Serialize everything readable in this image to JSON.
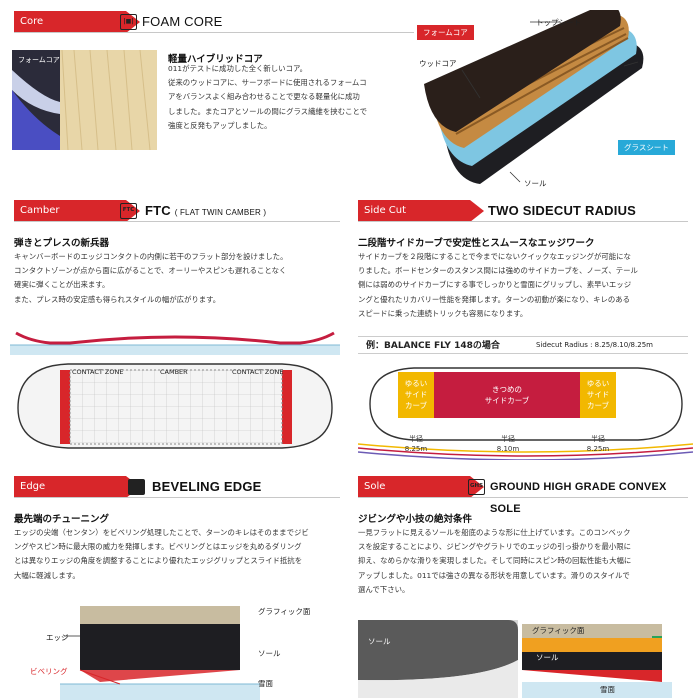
{
  "core": {
    "tag": "Core",
    "title": "FOAM CORE",
    "photo_label": "フォームコア",
    "heading": "軽量ハイブリッドコア",
    "body": "011がテストに成功した全く新しいコア。\n従来のウッドコアに、サーフボードに使用されるフォームコ\nアをバランスよく組み合わせることで更なる軽量化に成功\nしました。またコアとソールの間にグラス繊維を挟むことで\n強度と反発もアップしました。",
    "diagram_labels": {
      "foam": "フォームコア",
      "top_sheet": "トップシート",
      "wood": "ウッドコア",
      "glass": "グラスシート",
      "sole": "ソール"
    }
  },
  "camber": {
    "tag": "Camber",
    "logo": "FTC",
    "title": "FTC",
    "subtitle": "( FLAT TWIN CAMBER )",
    "heading": "弾きとプレスの新兵器",
    "body": "キャンバーボードのエッジコンタクトの内側に若干のフラット部分を設けました。\nコンタクトゾーンが点から面に広がることで、オーリーやスピンも遅れることなく\n確実に弾くことが出来ます。\nまた、プレス時の安定感も得られスタイルの幅が広がります。",
    "zones": [
      "CONTACT ZONE",
      "CAMBER",
      "CONTACT ZONE"
    ]
  },
  "sidecut": {
    "tag": "Side Cut",
    "title": "TWO SIDECUT RADIUS",
    "heading": "二段階サイドカーブで安定性とスムースなエッジワーク",
    "body": "サイドカーブを２段階にすることで今までにないクイックなエッジングが可能にな\nりました。ボードセンターのスタンス間には強めのサイドカーブを、ノーズ、テール\n側には弱めのサイドカーブにする事でしっかりと雪面にグリップし、素早いエッジ\nングと優れたリカバリー性能を発揮します。ターンの初動が楽になり、キレのある\nスピードに乗った連続トリックも容易になります。",
    "example_title": "例：BALANCE FLY 148の場合",
    "radius_label": "Sidecut Radius : 8.25/8.10/8.25m",
    "soft_curve": "ゆるい\nサイド\nカーブ",
    "strong_curve": "きつめの\nサイドカーブ",
    "radii": [
      "半径\n8.25m",
      "半径\n8.10m",
      "半径\n8.25m"
    ]
  },
  "edge": {
    "tag": "Edge",
    "title": "BEVELING EDGE",
    "heading": "最先端のチューニング",
    "body": "エッジの尖端（センタン）をビベリング処理したことで、ターンのキレはそのままでジビ\nングやスピン時に最大限の威力を発揮します。ビベリングとはエッジを丸めるダリング\nとは異なりエッジの角度を調整することにより優れたエッジグリップとスライド抵抗を\n大幅に軽減します。",
    "labels": {
      "graphic": "グラフィック面",
      "edge": "エッジ",
      "sole": "ソール",
      "beveling": "ビベリング",
      "snow": "雪面"
    }
  },
  "sole": {
    "tag": "Sole",
    "logo": "GHS",
    "title": "GROUND HIGH GRADE CONVEX SOLE",
    "heading": "ジビングや小技の絶対条件",
    "body": "一見フラットに見えるソールを船底のような形に仕上げています。このコンベック\nスを設定することにより、ジビングやグラトリでのエッジの引っ掛かりを最小限に\n抑え、なめらかな滑りを実現しました。そして同時にスピン時の回転性能も大幅に\nアップしました。011では強さの異なる形状を用意しています。滑りのスタイルで\n選んで下さい。",
    "labels": {
      "sole": "ソール",
      "graphic": "グラフィック面",
      "sole2": "ソール",
      "snow": "雪面"
    }
  },
  "colors": {
    "accent_red": "#d8262a",
    "glass_blue": "#28a9d8",
    "curve_yellow": "#f2b800",
    "curve_crimson": "#c51d3f"
  }
}
